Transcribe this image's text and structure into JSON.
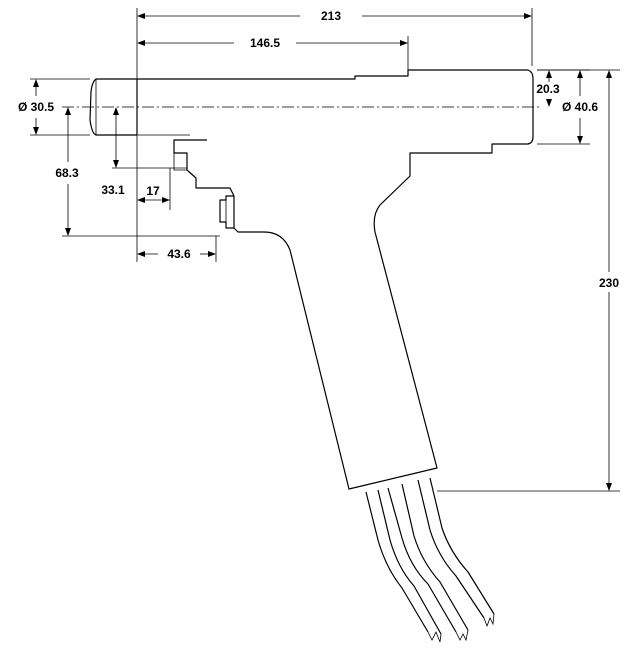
{
  "diagram": {
    "dimensions": {
      "total_length": "213",
      "barrel_length": "146.5",
      "nose_diameter": "Ø 30.5",
      "body_diameter": "Ø 40.6",
      "rear_offset": "20.3",
      "nose_to_trigger_height": "68.3",
      "trigger_height": "33.1",
      "trigger_setback": "17",
      "trigger_reach": "43.6",
      "overall_height": "230"
    }
  }
}
